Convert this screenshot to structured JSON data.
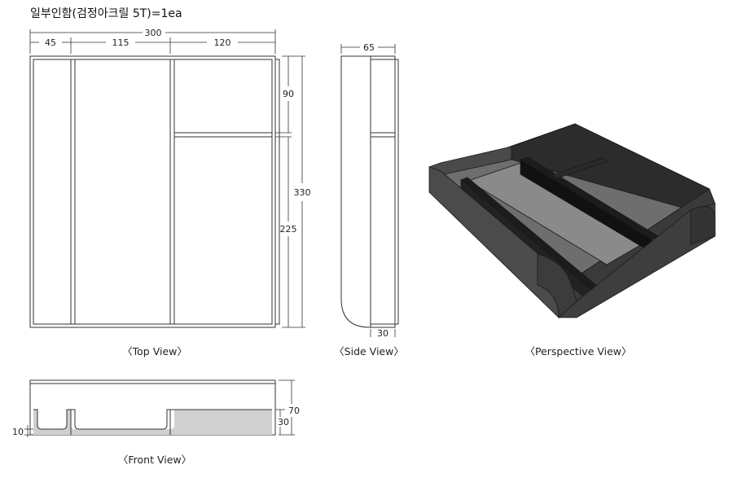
{
  "title": "일부인함(검정아크릴 5T)=1ea",
  "top_view": {
    "caption": "〈Top View〉",
    "dim_total_width": "300",
    "dim_col1": "45",
    "dim_col2": "115",
    "dim_col3": "120",
    "dim_height_total": "330",
    "dim_upper_right": "90",
    "dim_lower_right": "225"
  },
  "side_view": {
    "caption": "〈Side View〉",
    "dim_depth": "65",
    "dim_rail": "30"
  },
  "perspective_view": {
    "caption": "〈Perspective View〉"
  },
  "front_view": {
    "caption": "〈Front View〉",
    "dim_height": "70",
    "dim_wall": "30",
    "dim_bottom": "10"
  },
  "colors": {
    "line": "#333333",
    "box_fill": "#d0d0d0",
    "acrylic_dark": "#2a2a2a",
    "acrylic_mid": "#5a5a5a",
    "acrylic_light": "#7d7d7d"
  }
}
